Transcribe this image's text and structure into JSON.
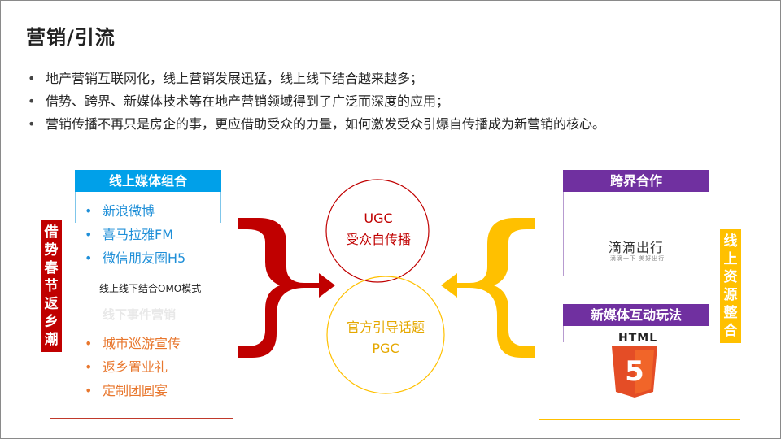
{
  "title": "营销/引流",
  "bullets": [
    "地产营销互联网化，线上营销发展迅猛，线上线下结合越来越多；",
    "借势、跨界、新媒体技术等在地产营销领域得到了广泛而深度的应用；",
    "营销传播不再只是房企的事，更应借助受众的力量，如何激发受众引爆自传播成为新营销的核心。"
  ],
  "left": {
    "vertical_label": [
      "借",
      "势",
      "春",
      "节",
      "返",
      "乡",
      "潮"
    ],
    "online_head": "线上媒体组合",
    "online_items": [
      "新浪微博",
      "喜马拉雅FM",
      "微信朋友圈H5"
    ],
    "omo_label": "线上线下结合OMO模式",
    "offline_head": "线下事件营销",
    "offline_items": [
      "城市巡游宣传",
      "返乡置业礼",
      "定制团圆宴"
    ]
  },
  "center": {
    "ugc_line1": "UGC",
    "ugc_line2": "受众自传播",
    "pgc_line1": "官方引导话题",
    "pgc_line2": "PGC"
  },
  "right": {
    "vertical_label": [
      "线",
      "上",
      "资",
      "源",
      "整",
      "合"
    ],
    "cross_head": "跨界合作",
    "didi_name": "滴滴出行",
    "didi_slogan": "滴滴一下 美好出行",
    "newmedia_head": "新媒体互动玩法",
    "html_word": "HTML",
    "html_number": "5"
  },
  "colors": {
    "red": "#c00000",
    "blue": "#00a0e9",
    "orange": "#e8772e",
    "yellow": "#ffc000",
    "purple": "#7030a0"
  }
}
